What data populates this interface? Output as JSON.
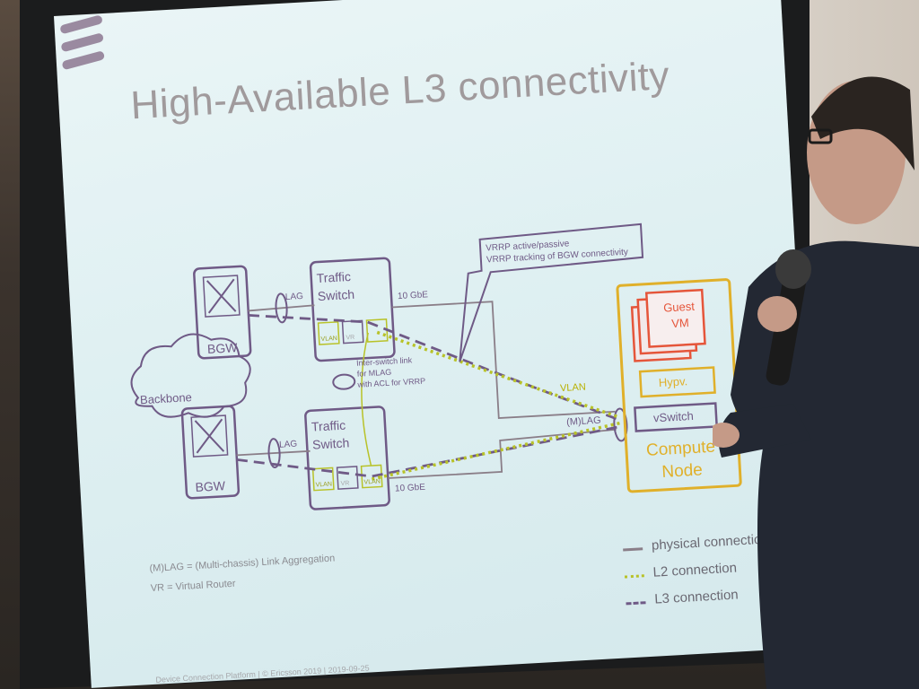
{
  "slide": {
    "title": "High-Available L3 connectivity",
    "footer": "Device Connection Platform  |  © Ericsson 2019  |  2019-09-25",
    "footnote_mlag": "(M)LAG = (Multi-chassis) Link Aggregation",
    "footnote_vr": "VR = Virtual Router"
  },
  "diagram": {
    "bgw_label": "BGW",
    "backbone_label": "Backbone",
    "ts_title_1": "Traffic",
    "ts_title_2": "Switch",
    "lag_label": "LAG",
    "tenGbE_label": "10 GbE",
    "vlan_label": "VLAN",
    "vr_label": "VR",
    "mlag_label": "(M)LAG",
    "vlan_line_label": "VLAN",
    "interswitch_note_1": "Inter-switch link",
    "interswitch_note_2": "for MLAG",
    "interswitch_note_3": "with ACL for VRRP",
    "vrrp_note_1": "VRRP active/passive",
    "vrrp_note_2": "VRRP tracking of BGW connectivity",
    "guest_vm_1": "Guest",
    "guest_vm_2": "VM",
    "hypv_label": "Hypv.",
    "vswitch_label": "vSwitch",
    "compute_node_1": "Compute",
    "compute_node_2": "Node"
  },
  "legend": {
    "physical": "physical connection",
    "l2": "L2 connection",
    "l3": "L3 connection"
  },
  "colors": {
    "purple": "#6f5a86",
    "yellow_green": "#b8c228",
    "orange_red": "#e5553a",
    "gold": "#e0b02a",
    "grey_line": "#8a7e88"
  }
}
